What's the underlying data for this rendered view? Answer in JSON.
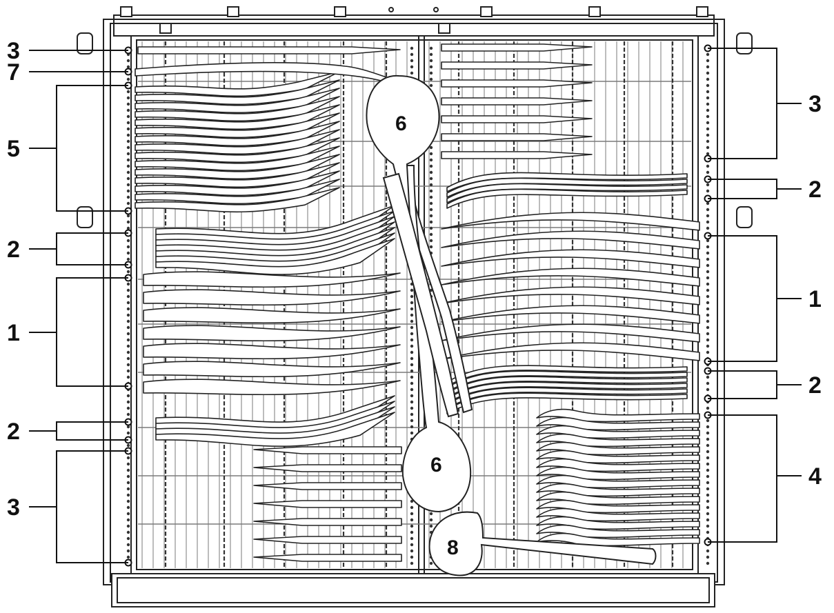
{
  "callouts": {
    "left_top_3": "3",
    "left_7": "7",
    "left_5": "5",
    "left_2a": "2",
    "left_1": "1",
    "left_2b": "2",
    "left_3b": "3",
    "right_3": "3",
    "right_2a": "2",
    "right_1": "1",
    "right_2b": "2",
    "right_4": "4"
  },
  "inner": {
    "ladle_upper": "6",
    "ladle_lower": "6",
    "serving_spoon": "8"
  },
  "colors": {
    "line": "#222222",
    "fill": "#ffffff",
    "grid": "#7a7a7a"
  }
}
